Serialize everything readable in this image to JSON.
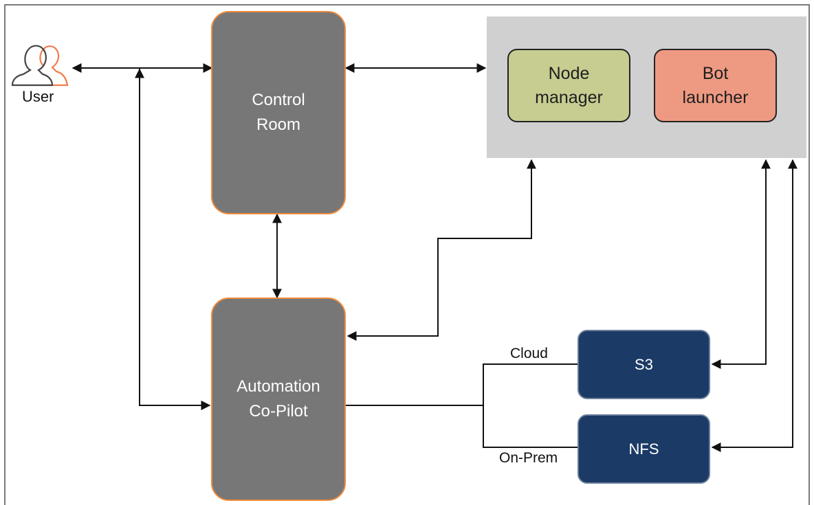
{
  "nodes": {
    "user": "User",
    "control_room": "Control\nRoom",
    "co_pilot": "Automation\nCo-Pilot",
    "node_manager": "Node\nmanager",
    "bot_launcher": "Bot\nlauncher",
    "s3": "S3",
    "nfs": "NFS"
  },
  "edge_labels": {
    "cloud": "Cloud",
    "on_prem": "On-Prem"
  },
  "icons": {
    "user": "users-icon"
  },
  "colors": {
    "service_fill": "#777777",
    "service_border": "#f08a3a",
    "panel": "#d0d0d0",
    "node_manager": "#c7cc90",
    "bot_launcher": "#ee9a82",
    "storage": "#1b3a66"
  }
}
